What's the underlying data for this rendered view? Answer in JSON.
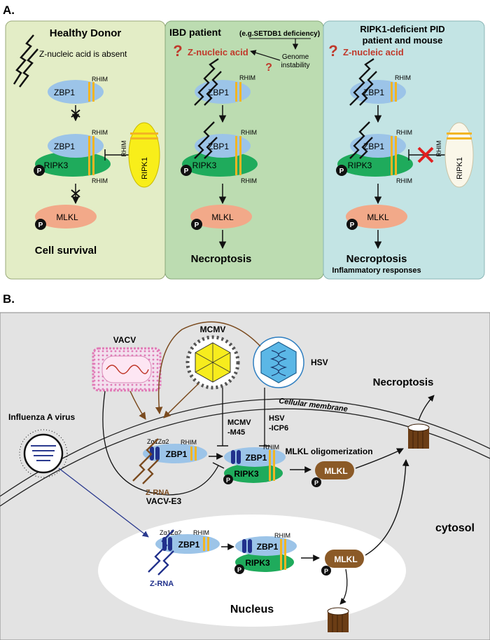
{
  "panel_a": {
    "label": "A.",
    "healthy": {
      "title": "Healthy Donor",
      "znucleic_note": "Z-nucleic acid is absent",
      "outcome": "Cell survival"
    },
    "ibd": {
      "title": "IBD patient",
      "subtitle": "(e.g.SETDB1 deficiency)",
      "question": "?",
      "znucleic": "Z-nucleic acid",
      "genome_line1": "Genome",
      "genome_line2": "instability",
      "outcome": "Necroptosis"
    },
    "ripk1pid": {
      "title_line1": "RIPK1-deficient PID",
      "title_line2": "patient and mouse",
      "question": "?",
      "znucleic": "Z-nucleic acid",
      "outcome": "Necroptosis",
      "outcome2": "Inflammatory responses"
    },
    "labels": {
      "zbp1": "ZBP1",
      "ripk3": "RIPK3",
      "mlkl": "MLKL",
      "ripk1": "RIPK1",
      "rhim": "RHIM",
      "p": "P"
    }
  },
  "panel_b": {
    "label": "B.",
    "vacv": "VACV",
    "mcmv": "MCMV",
    "hsv": "HSV",
    "influenza": "Influenza A virus",
    "necroptosis": "Necroptosis",
    "membrane": "Cellular membrane",
    "mcmv_m45_line1": "MCMV",
    "mcmv_m45_line2": "-M45",
    "hsv_icp6_line1": "HSV",
    "hsv_icp6_line2": "-ICP6",
    "mlkl_oligo": "MLKL oligomerization",
    "vacv_e3": "VACV-E3",
    "cytosol": "cytosol",
    "nucleus": "Nucleus",
    "z_rna": "Z-RNA",
    "za1za2": "Zα1Zα2",
    "zbp1": "ZBP1",
    "ripk3": "RIPK3",
    "mlkl": "MLKL",
    "rhim": "RHIM",
    "p": "P"
  },
  "colors": {
    "healthy_bg": "#e3edc6",
    "ibd_bg": "#bcdcb1",
    "pid_bg": "#c3e4e4",
    "zbp1": "#9cc4e8",
    "ripk3": "#1fab5c",
    "mlkl_a": "#f2a989",
    "ripk1": "#f8ee1a",
    "ripk1_off": "#faf7e9",
    "rhim_bar": "#f2b523",
    "mlkl_b": "#8b5a27",
    "za_domain": "#21318c",
    "cell_bg": "#e3e3e3",
    "red": "#c0392b",
    "brown_arrow": "#7a4a1e",
    "blue_arrow": "#2b3a8f"
  }
}
